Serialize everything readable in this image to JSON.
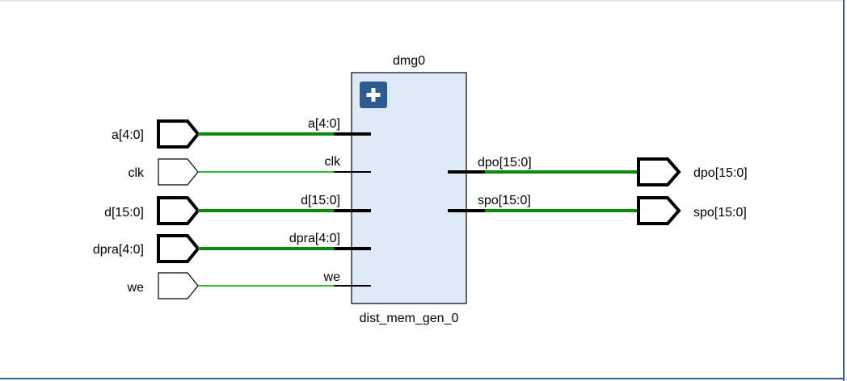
{
  "block": {
    "instance_name": "dmg0",
    "cell_name": "dist_mem_gen_0",
    "expand_icon": "plus-icon",
    "fill": "#deeaf7",
    "stroke": "#000000"
  },
  "colors": {
    "bus_wire": "#0a8c0a",
    "signal_wire": "#2eb82e",
    "pin_stub": "#000000"
  },
  "inputs": [
    {
      "name": "a[4:0]",
      "pin": "a[4:0]",
      "bus": true
    },
    {
      "name": "clk",
      "pin": "clk",
      "bus": false
    },
    {
      "name": "d[15:0]",
      "pin": "d[15:0]",
      "bus": true
    },
    {
      "name": "dpra[4:0]",
      "pin": "dpra[4:0]",
      "bus": true
    },
    {
      "name": "we",
      "pin": "we",
      "bus": false
    }
  ],
  "outputs": [
    {
      "name": "dpo[15:0]",
      "pin": "dpo[15:0]",
      "bus": true
    },
    {
      "name": "spo[15:0]",
      "pin": "spo[15:0]",
      "bus": true
    }
  ]
}
